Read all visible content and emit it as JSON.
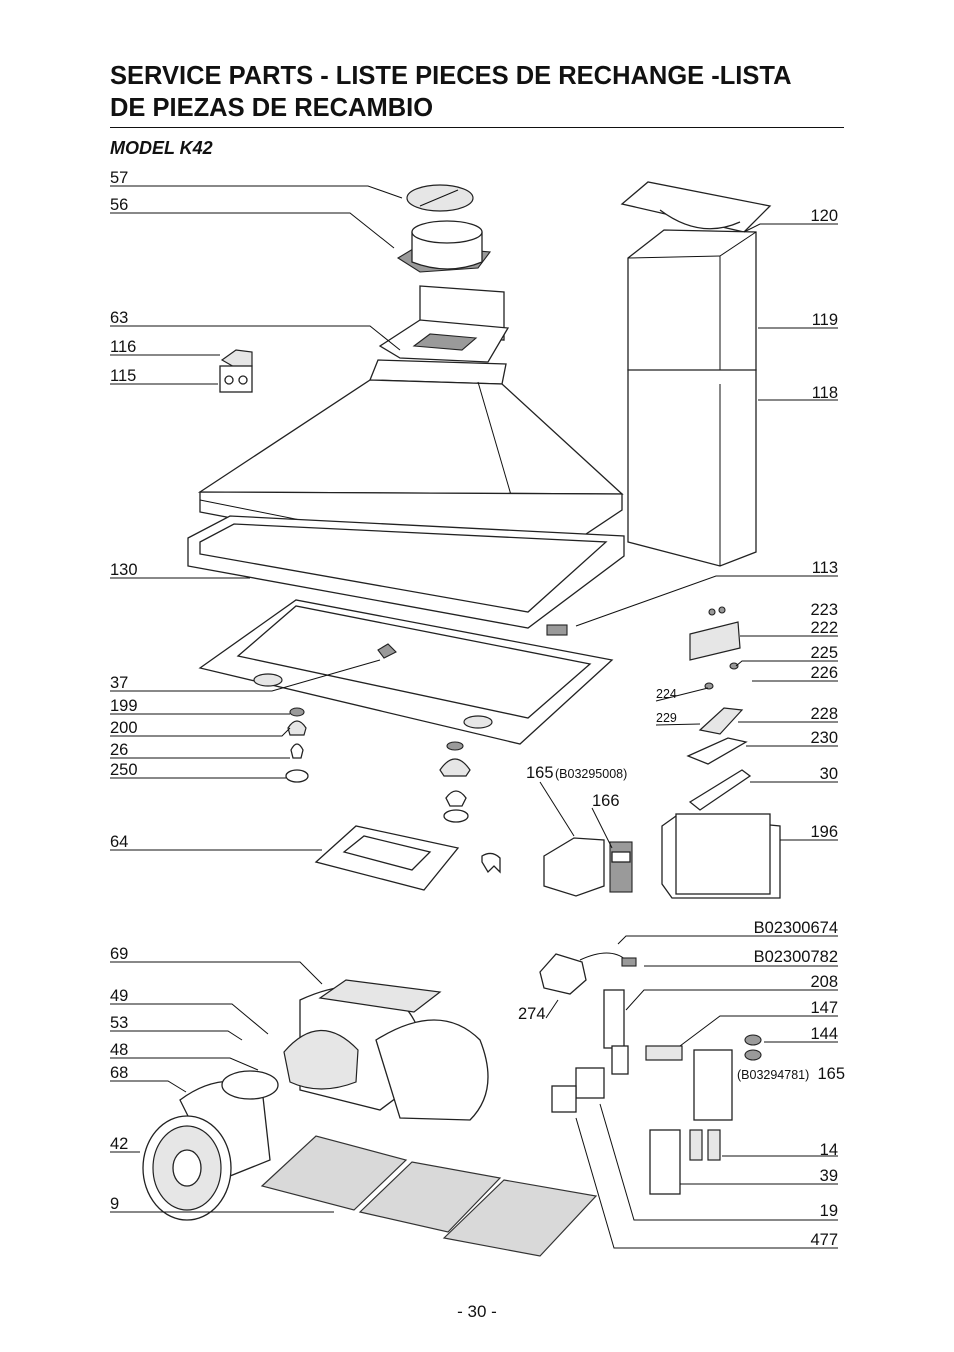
{
  "title": {
    "line1": "SERVICE PARTS - LISTE PIECES DE RECHANGE -LISTA",
    "line2": "DE PIEZAS DE RECAMBIO"
  },
  "model": "MODEL K42",
  "page_number": "- 30 -",
  "callouts": {
    "n57": "57",
    "n56": "56",
    "n63": "63",
    "n116": "116",
    "n115": "115",
    "n130": "130",
    "n37": "37",
    "n199": "199",
    "n200": "200",
    "n26": "26",
    "n250": "250",
    "n64": "64",
    "n69": "69",
    "n49": "49",
    "n53": "53",
    "n48": "48",
    "n68": "68",
    "n42": "42",
    "n9": "9",
    "n120": "120",
    "n119": "119",
    "n118": "118",
    "n113": "113",
    "n223": "223",
    "n222": "222",
    "n225": "225",
    "n226": "226",
    "n224": "224",
    "n229": "229",
    "n228": "228",
    "n230": "230",
    "n30": "30",
    "n165a": "165",
    "code165a": "(B03295008)",
    "n166": "166",
    "n196": "196",
    "b02300674": "B02300674",
    "b02300782": "B02300782",
    "n208": "208",
    "n147": "147",
    "n144": "144",
    "code165b": "(B03294781)",
    "n165b": "165",
    "n274": "274",
    "n14": "14",
    "n39": "39",
    "n19": "19",
    "n477": "477"
  }
}
